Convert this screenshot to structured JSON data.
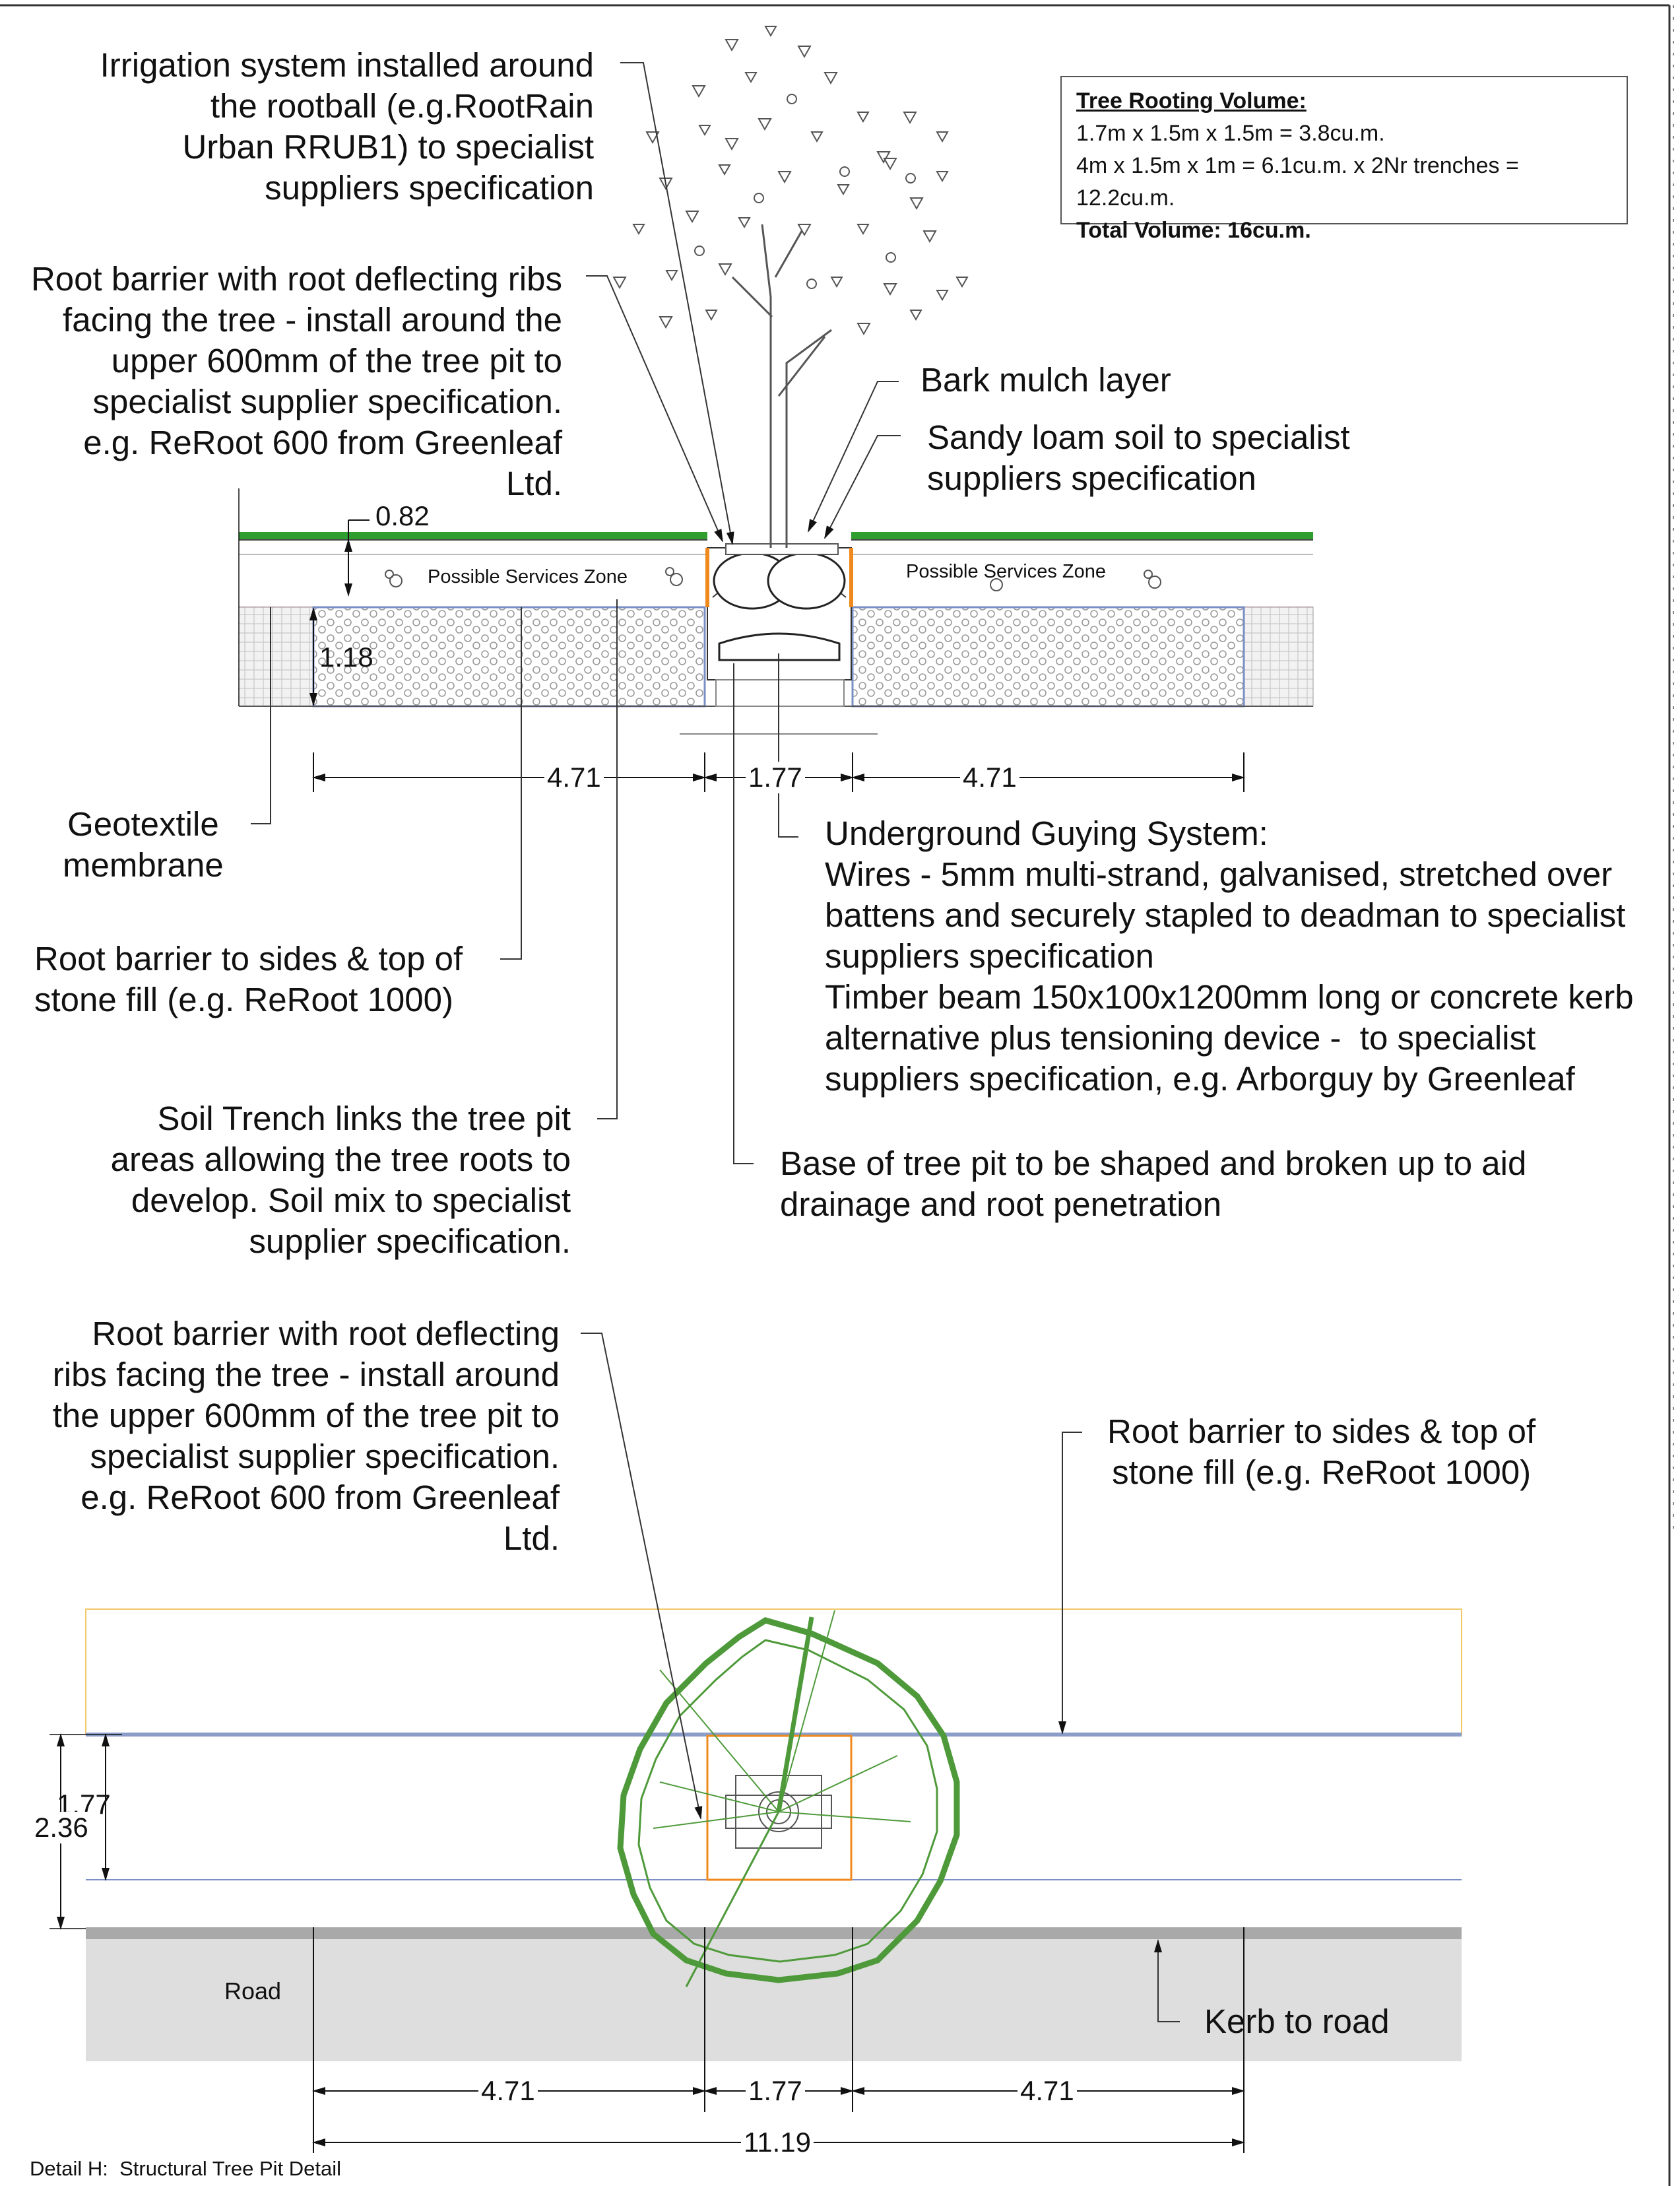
{
  "colors": {
    "grass": "#2f9e2f",
    "tree_green": "#4e9a3a",
    "pit_orange": "#f08a1e",
    "road": "#dedede",
    "kerb": "#a9a9a9",
    "boundary_blue": "#7a8fc4",
    "footway_top": "#f2c96a",
    "geotextile_red": "#e07a8a"
  },
  "rooting_volume": {
    "heading": "Tree Rooting Volume:",
    "line1": "1.7m x 1.5m x 1.5m = 3.8cu.m.",
    "line2": "4m x 1.5m x 1m = 6.1cu.m. x 2Nr trenches = 12.2cu.m.",
    "total": "Total Volume: 16cu.m."
  },
  "section": {
    "irrigation": "Irrigation system installed around\nthe rootball (e.g.RootRain\nUrban RRUB1) to specialist\nsuppliers specification",
    "root_barrier_ribs": "Root barrier with root deflecting ribs\nfacing the tree - install around the\nupper 600mm of the tree pit to\nspecialist supplier specification.\ne.g. ReRoot 600 from Greenleaf\nLtd.",
    "bark_mulch": "Bark mulch layer",
    "sandy_loam": "Sandy loam soil to specialist\nsuppliers specification",
    "services_left": "Possible Services Zone",
    "services_right": "Possible Services Zone",
    "dim_depth_top": "0.82",
    "dim_depth_bottom": "1.18",
    "dim_left": "4.71",
    "dim_centre": "1.77",
    "dim_right": "4.71",
    "geotextile": "Geotextile\nmembrane",
    "root_barrier_sides": "Root barrier to sides & top of\nstone fill (e.g. ReRoot 1000)",
    "guying": "Underground Guying System:\nWires - 5mm multi-strand, galvanised, stretched over\nbattens and securely stapled to deadman to specialist\nsuppliers specification\nTimber beam 150x100x1200mm long or concrete kerb\nalternative plus tensioning device -  to specialist\nsuppliers specification, e.g. Arborguy by Greenleaf",
    "soil_trench": "Soil Trench links the tree pit\nareas allowing the tree roots to\ndevelop. Soil mix to specialist\nsupplier specification.",
    "base_of_pit": "Base of tree pit to be shaped and broken up to aid\ndrainage and root penetration"
  },
  "plan": {
    "root_barrier_ribs": "Root barrier with root deflecting\nribs facing the tree - install around\nthe upper 600mm of the tree pit to\nspecialist supplier specification.\ne.g. ReRoot 600 from Greenleaf\nLtd.",
    "root_barrier_sides": "Root barrier to sides & top of\nstone fill (e.g. ReRoot 1000)",
    "dim_inner_width": "1.77",
    "dim_outer_width": "2.36",
    "road": "Road",
    "kerb": "Kerb to road",
    "dim_left": "4.71",
    "dim_centre": "1.77",
    "dim_right": "4.71",
    "dim_total": "11.19"
  },
  "footer": {
    "caption": "Detail H:  Structural Tree Pit Detail"
  }
}
